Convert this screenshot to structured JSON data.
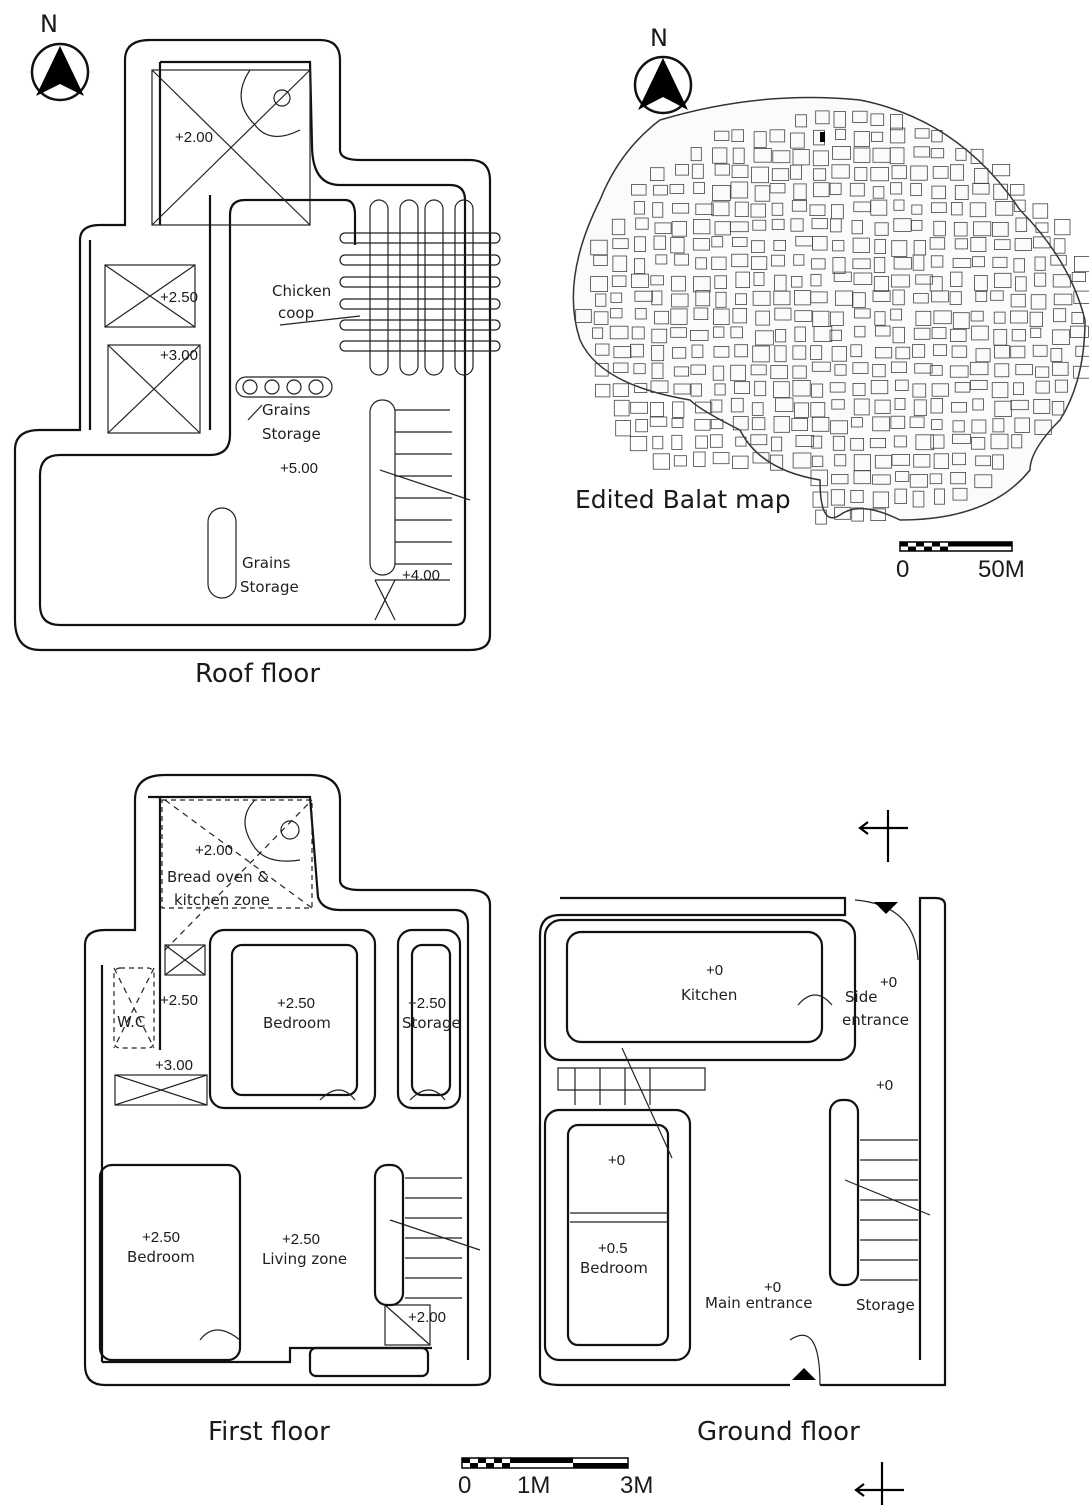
{
  "north": {
    "roof": "N",
    "map": "N"
  },
  "captions": {
    "roof": "Roof floor",
    "map": "Edited Balat map",
    "first": "First floor",
    "ground": "Ground floor"
  },
  "roof_labels": {
    "level_a": "+2.00",
    "level_b": "+2.50",
    "level_c": "+3.00",
    "chicken_1": "Chicken",
    "chicken_2": "coop",
    "grains1_1": "Grains",
    "grains1_2": "Storage",
    "level_d": "+5.00",
    "grains2_1": "Grains",
    "grains2_2": "Storage",
    "level_e": "+4.00"
  },
  "first_labels": {
    "oven_level": "+2.00",
    "oven_1": "Bread oven &",
    "oven_2": "kitchen zone",
    "wc_level": "+2.50",
    "wc": "W.C",
    "stair_level": "+3.00",
    "bed1_level": "+2.50",
    "bed1": "Bedroom",
    "storage_level": "+2.50",
    "storage": "Storage",
    "bed2_level": "+2.50",
    "bed2": "Bedroom",
    "living_level": "+2.50",
    "living": "Living zone",
    "landing_level": "+2.00"
  },
  "ground_labels": {
    "kitchen_level": "+0",
    "kitchen": "Kitchen",
    "side_level": "+0",
    "side_1": "Side",
    "side_2": "entrance",
    "corridor_level": "+0",
    "hall_level": "+0",
    "bed_level": "+0.5",
    "bed": "Bedroom",
    "main_level": "+0",
    "main": "Main entrance",
    "storage": "Storage"
  },
  "scales": {
    "map": {
      "start": "0",
      "end": "50M"
    },
    "plan": {
      "start": "0",
      "mid": "1M",
      "end": "3M"
    }
  }
}
